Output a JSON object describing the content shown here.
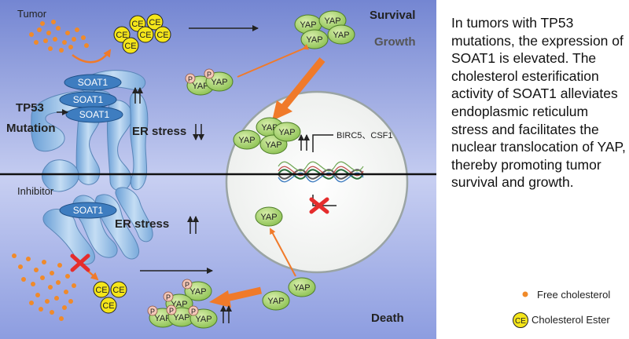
{
  "labels": {
    "tumor": "Tumor",
    "survival": "Survival",
    "growth": "Growth",
    "tp53": "TP53",
    "mutation": "Mutation",
    "er_stress_top": "ER stress",
    "er_stress_bottom": "ER stress",
    "inhibitor": "Inhibitor",
    "death": "Death",
    "genes": "BIRC5、CSF1",
    "soat1": "SOAT1",
    "yap": "YAP",
    "p": "P",
    "ce": "CE"
  },
  "description": "In tumors with TP53 mutations, the expression of SOAT1 is elevated. The cholesterol esterification activity of SOAT1 alleviates endoplasmic reticulum stress and facilitates the nuclear translocation of YAP, thereby promoting tumor survival and growth.",
  "legend": {
    "free_cholesterol": "Free cholesterol",
    "ce_badge": "CE",
    "cholesterol_ester": "Cholesterol Ester"
  },
  "colors": {
    "panel_top": "#7c8ed6",
    "panel_bottom": "#a6b3ea",
    "cholesterol": "#f08a2a",
    "ester_fill": "#f5e61a",
    "yap_fill": "#a6d26a",
    "soat1_fill": "#3e7dc0",
    "er_fill": "#9cc2ea",
    "inhibit_red": "#e52d2d"
  }
}
